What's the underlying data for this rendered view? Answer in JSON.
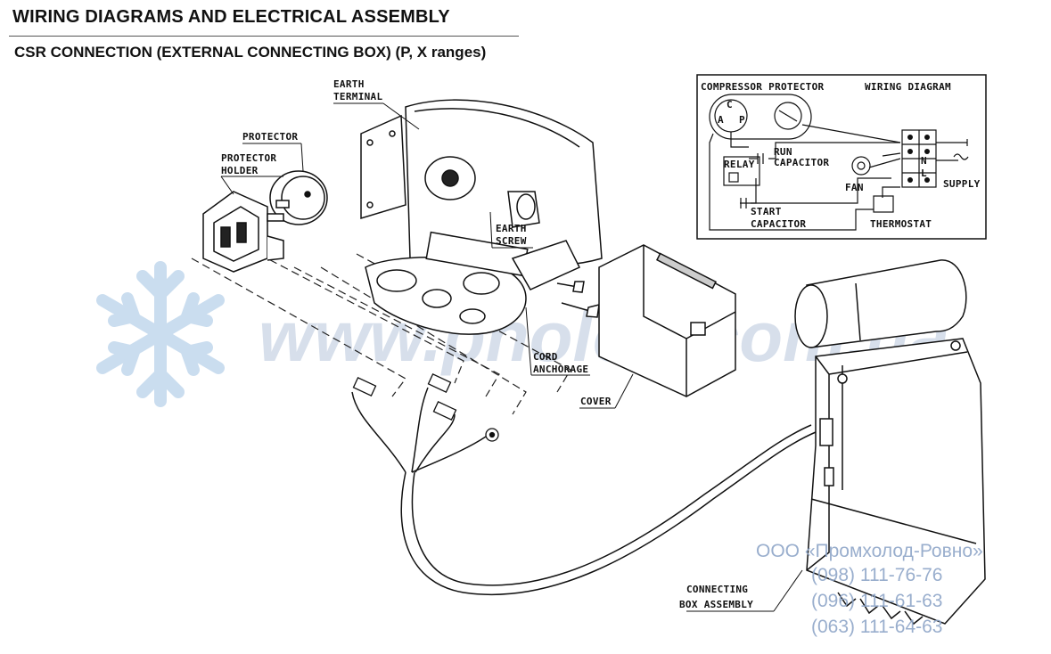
{
  "header": {
    "title": "WIRING DIAGRAMS AND ELECTRICAL ASSEMBLY",
    "subtitle": "CSR CONNECTION (EXTERNAL CONNECTING BOX) (P, X ranges)"
  },
  "callouts": {
    "earth_terminal_1": "EARTH",
    "earth_terminal_2": "TERMINAL",
    "protector": "PROTECTOR",
    "protector_holder_1": "PROTECTOR",
    "protector_holder_2": "HOLDER",
    "earth_screw_1": "EARTH",
    "earth_screw_2": "SCREW",
    "cord_anchorage_1": "CORD",
    "cord_anchorage_2": "ANCHORAGE",
    "cover": "COVER",
    "connecting_box_1": "CONNECTING",
    "connecting_box_2": "BOX ASSEMBLY"
  },
  "wiring_diagram": {
    "title": "WIRING DIAGRAM",
    "compressor_protector": "COMPRESSOR PROTECTOR",
    "relay": "RELAY",
    "run_capacitor_1": "RUN",
    "run_capacitor_2": "CAPACITOR",
    "start_capacitor_1": "START",
    "start_capacitor_2": "CAPACITOR",
    "fan": "FAN",
    "supply": "SUPPLY",
    "thermostat": "THERMOSTAT",
    "terminal_n": "N",
    "terminal_l": "L",
    "pin_c": "C",
    "pin_a": "A",
    "pin_p": "P"
  },
  "watermark": {
    "site": "www.pholod.com.ua",
    "company": "ООО «Промхолод-Ровно»",
    "phone_1": "(098) 111-76-76",
    "phone_2": "(096) 111-61-63",
    "phone_3": "(063) 111-64-63"
  }
}
